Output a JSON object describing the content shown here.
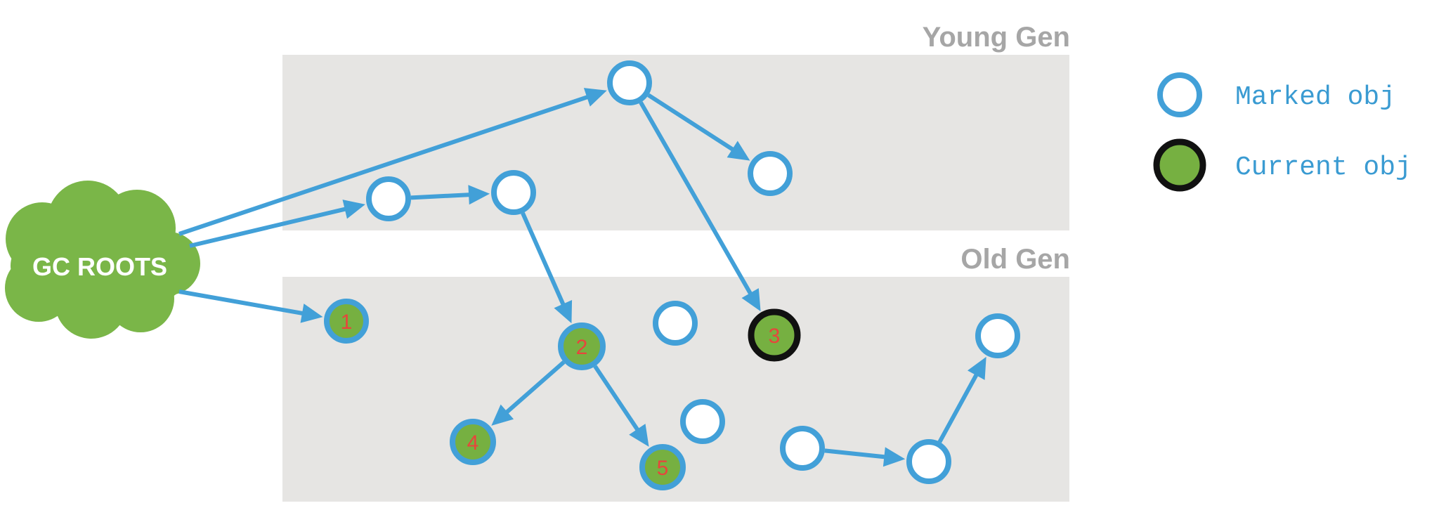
{
  "regions": {
    "young": {
      "label": "Young Gen"
    },
    "old": {
      "label": "Old Gen"
    }
  },
  "roots": {
    "label": "GC ROOTS"
  },
  "legend": {
    "marked": "Marked obj",
    "current": "Current obj"
  },
  "nodes": [
    {
      "id": "y1",
      "kind": "marked",
      "label": ""
    },
    {
      "id": "y2",
      "kind": "marked",
      "label": ""
    },
    {
      "id": "y3",
      "kind": "marked",
      "label": ""
    },
    {
      "id": "y4",
      "kind": "marked",
      "label": ""
    },
    {
      "id": "o1",
      "kind": "processed",
      "label": "1"
    },
    {
      "id": "o2",
      "kind": "processed",
      "label": "2"
    },
    {
      "id": "o3",
      "kind": "current",
      "label": "3"
    },
    {
      "id": "o4",
      "kind": "processed",
      "label": "4"
    },
    {
      "id": "o5",
      "kind": "processed",
      "label": "5"
    },
    {
      "id": "o6",
      "kind": "marked",
      "label": ""
    },
    {
      "id": "o7",
      "kind": "marked",
      "label": ""
    },
    {
      "id": "o8",
      "kind": "marked",
      "label": ""
    },
    {
      "id": "o9",
      "kind": "marked",
      "label": ""
    },
    {
      "id": "o10",
      "kind": "marked",
      "label": ""
    }
  ],
  "edges": [
    {
      "from": "roots",
      "to": "y1"
    },
    {
      "from": "roots",
      "to": "y2"
    },
    {
      "from": "roots",
      "to": "o1"
    },
    {
      "from": "y1",
      "to": "y4"
    },
    {
      "from": "y1",
      "to": "o3"
    },
    {
      "from": "y2",
      "to": "y3"
    },
    {
      "from": "y3",
      "to": "o2"
    },
    {
      "from": "o2",
      "to": "o4"
    },
    {
      "from": "o2",
      "to": "o5"
    },
    {
      "from": "o9",
      "to": "o10"
    },
    {
      "from": "o10",
      "to": "o8"
    }
  ],
  "colors": {
    "region_fill": "#e6e5e3",
    "region_label": "#a6a6a6",
    "edge": "#42a0d8",
    "node_fill": "#ffffff",
    "processed_fill": "#76b041",
    "current_stroke": "#111111",
    "cloud": "#7ab648",
    "number": "#e8453c",
    "legend_text": "#3a9bd2"
  }
}
